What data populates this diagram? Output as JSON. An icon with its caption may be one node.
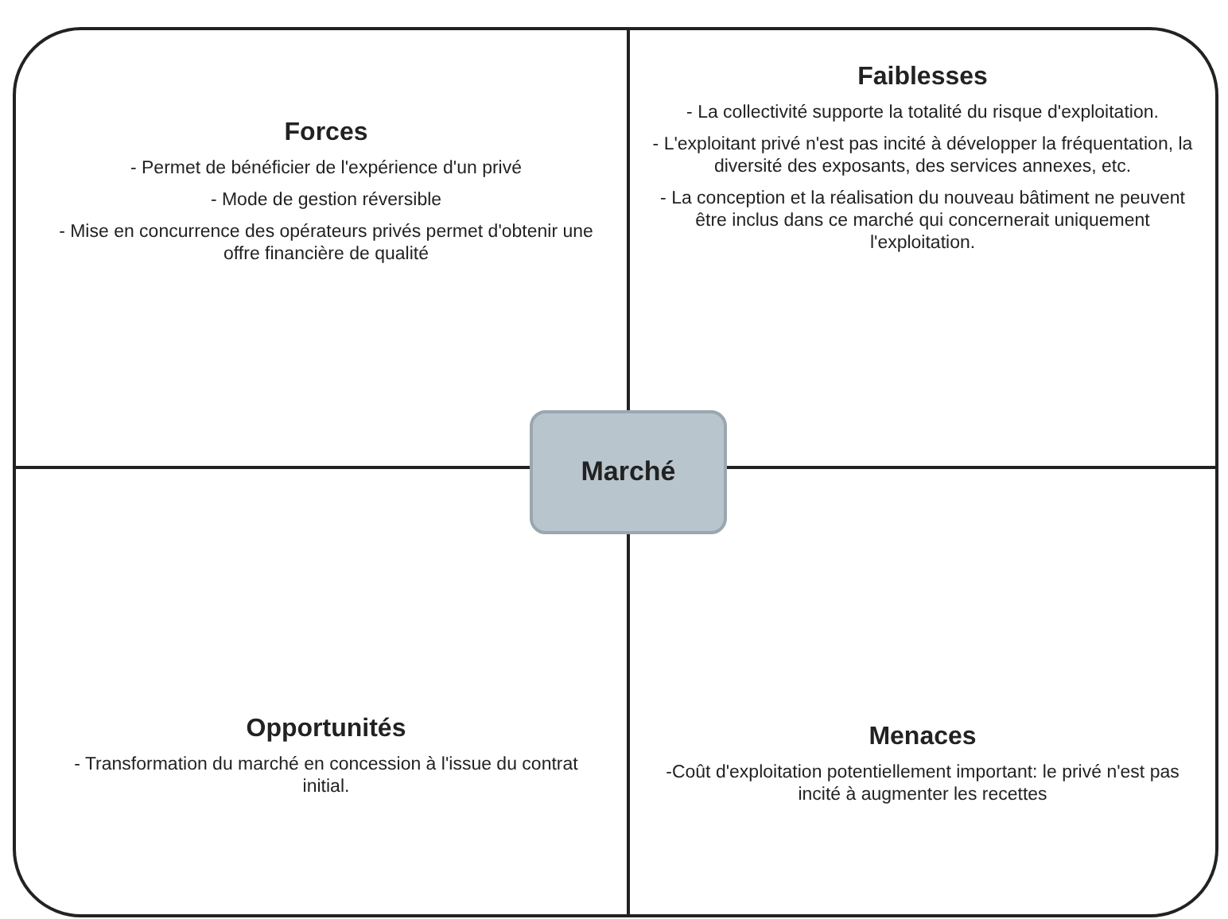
{
  "diagram": {
    "nodes": [
      {
        "text": [
          "Forces",
          "- Permet de bénéficier de l'expérience d'un privé",
          "- Mode de gestion réversible",
          "- Mise en concurrence des opérateurs privés permet d'obtenir une offre financière de qualité"
        ]
      },
      {
        "text": [
          "Faiblesses",
          "- La collectivité supporte la totalité du risque d'exploitation.",
          "- L'exploitant privé n'est pas incité à développer la fréquentation, la diversité des exposants, des services annexes, etc.",
          "- La conception et la réalisation du nouveau bâtiment ne peuvent être inclus dans ce marché qui concernerait uniquement l'exploitation."
        ]
      },
      {
        "text": [
          "Opportunités",
          "- Transformation du marché en concession à l'issue du contrat initial."
        ]
      },
      {
        "text": [
          "Menaces",
          "-Coût d'exploitation potentiellement important: le privé n'est pas incité à augmenter les recettes"
        ]
      },
      {
        "text": [
          "Marché"
        ]
      }
    ]
  }
}
